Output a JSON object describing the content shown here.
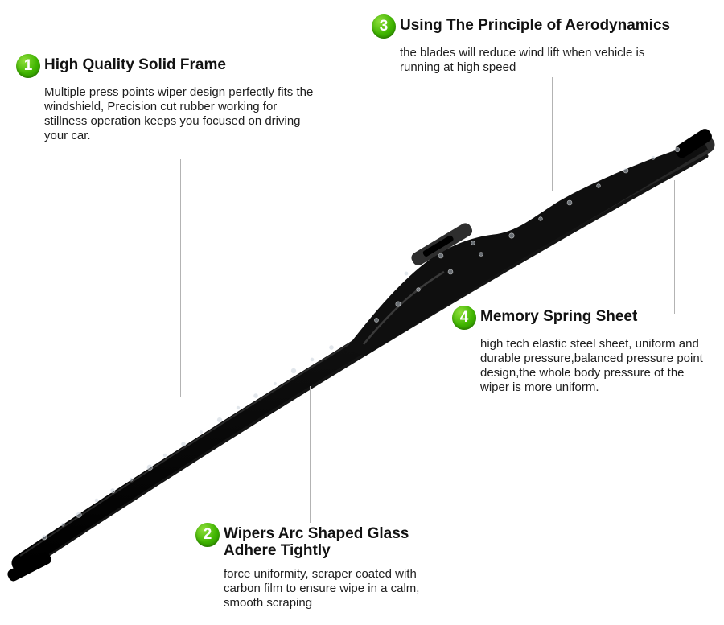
{
  "colors": {
    "accent_green": "#3fb400",
    "leader_line": "#b3b3b3",
    "heading_text": "#121212",
    "body_text": "#1e1e1e"
  },
  "callouts": [
    {
      "number": "1",
      "title": "High Quality Solid Frame",
      "body": "Multiple press points wiper design perfectly fits the windshield, Precision cut rubber working for stillness operation keeps you focused on driving your car."
    },
    {
      "number": "2",
      "title": "Wipers Arc Shaped Glass Adhere Tightly",
      "body": "force uniformity, scraper coated with carbon film to ensure wipe in a calm, smooth scraping"
    },
    {
      "number": "3",
      "title": "Using The Principle of Aerodynamics",
      "body": "the blades will reduce wind lift when vehicle is running at high speed"
    },
    {
      "number": "4",
      "title": "Memory Spring Sheet",
      "body": "high tech elastic steel sheet, uniform and durable pressure,balanced pressure point design,the whole body pressure of the wiper is more uniform."
    }
  ]
}
